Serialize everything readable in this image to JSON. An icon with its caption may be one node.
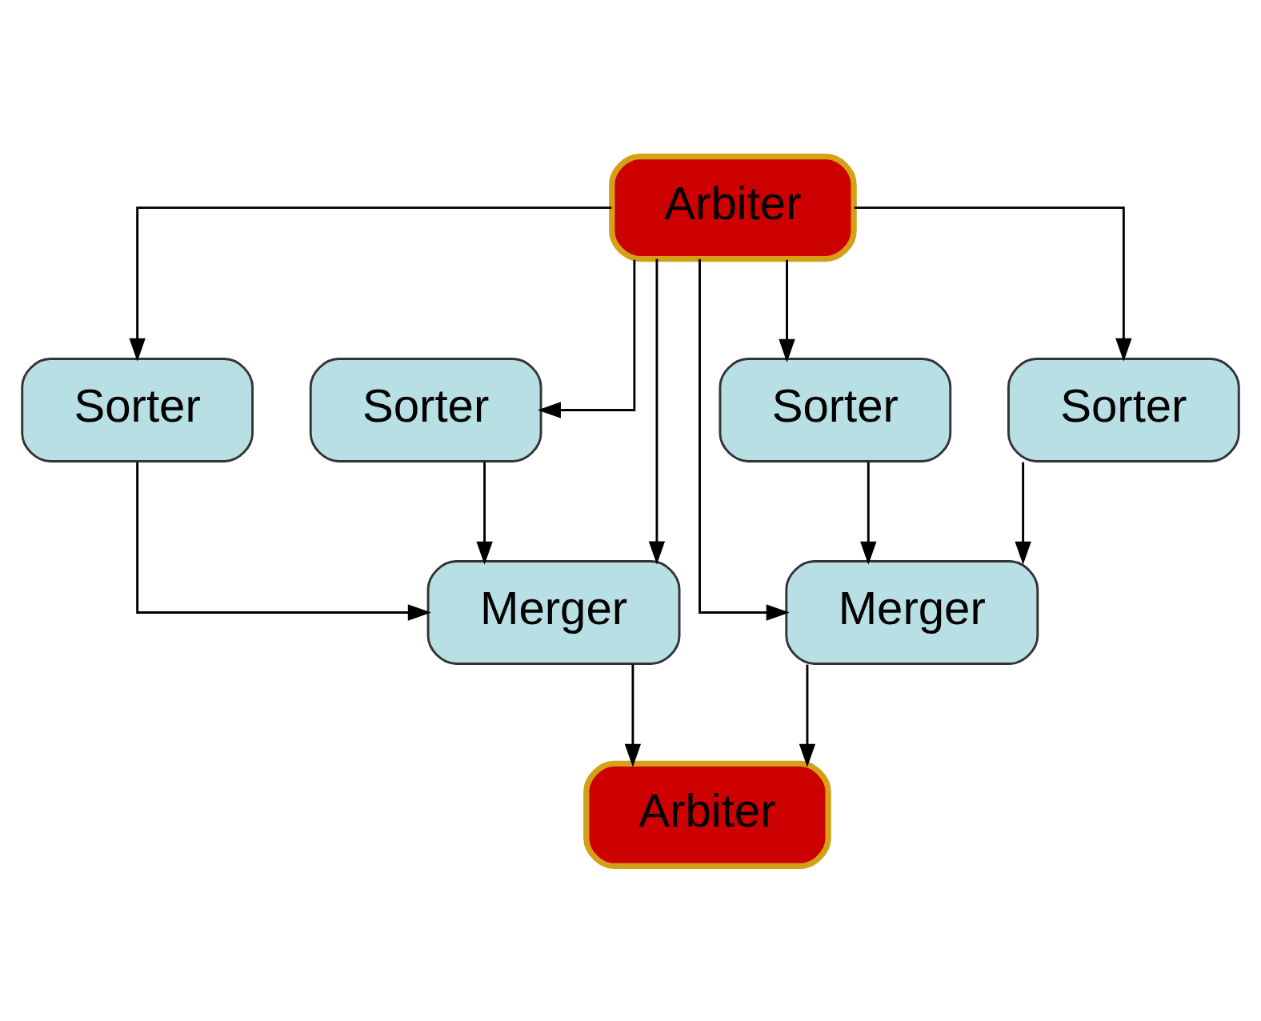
{
  "diagram": {
    "nodes": [
      {
        "text": [
          "Arbiter"
        ]
      },
      {
        "text": [
          "Sorter"
        ]
      },
      {
        "text": [
          "Sorter"
        ]
      },
      {
        "text": [
          "Sorter"
        ]
      },
      {
        "text": [
          "Sorter"
        ]
      },
      {
        "text": [
          "Merger"
        ]
      },
      {
        "text": [
          "Merger"
        ]
      },
      {
        "text": [
          "Arbiter"
        ]
      }
    ],
    "edges": [
      {
        "from": 0,
        "to": 1,
        "arrow": "to"
      },
      {
        "from": 0,
        "to": 2,
        "arrow": "to"
      },
      {
        "from": 0,
        "to": 3,
        "arrow": "to"
      },
      {
        "from": 0,
        "to": 4,
        "arrow": "to"
      },
      {
        "from": 0,
        "to": 5,
        "arrow": "to"
      },
      {
        "from": 0,
        "to": 6,
        "arrow": "to"
      },
      {
        "from": 1,
        "to": 5,
        "arrow": "to"
      },
      {
        "from": 2,
        "to": 5,
        "arrow": "to"
      },
      {
        "from": 3,
        "to": 6,
        "arrow": "to"
      },
      {
        "from": 4,
        "to": 6,
        "arrow": "to"
      },
      {
        "from": 5,
        "to": 7,
        "arrow": "to"
      },
      {
        "from": 6,
        "to": 7,
        "arrow": "to"
      }
    ]
  }
}
